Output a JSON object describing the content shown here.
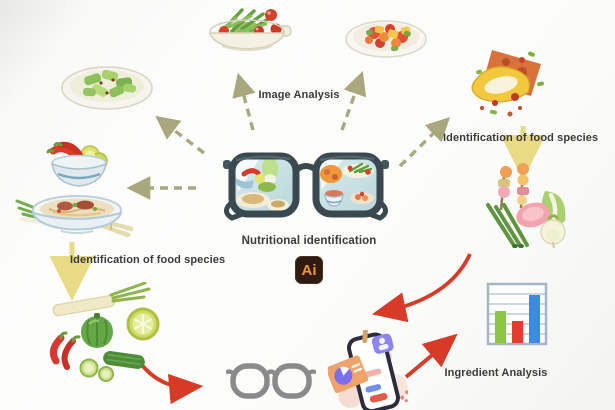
{
  "diagram_title": "Nutritional identification",
  "labels": {
    "image_analysis": "Image Analysis",
    "nutritional_identification": "Nutritional identification",
    "food_species_left": "Identification of food species",
    "food_species_right": "Identification of food species",
    "ingredient_analysis": "Ingredient Analysis"
  },
  "ai_badge": {
    "text": "Ai"
  },
  "colors": {
    "dashed_arrow": "#a8a77e",
    "yellow_arrow": "#e9da85",
    "red_arrow": "#d83a28",
    "label_text": "#3a3a3a",
    "ai_badge_bg": "#301b11",
    "ai_badge_fg": "#f0953e",
    "glasses_frame": "#39494f",
    "simple_glasses": "#8a8a8a",
    "bar_green": "#8cc63f",
    "bar_red": "#e23d30",
    "bar_blue": "#3b8be0"
  },
  "illustrations": [
    "cucumber-salad-plate",
    "green-bean-salad-bowl",
    "stir-fry-plate",
    "taco-wrap",
    "skewers-and-vegetables",
    "chili-lime-bowl",
    "noodle-soup-bowl",
    "vegetable-group",
    "smart-glasses-with-food-lenses",
    "simple-glasses",
    "phone-nutrition-app",
    "bar-chart"
  ],
  "bar_chart_icon": {
    "bars": [
      {
        "color": "green",
        "height": 32
      },
      {
        "color": "red",
        "height": 22
      },
      {
        "color": "blue",
        "height": 48
      }
    ]
  }
}
